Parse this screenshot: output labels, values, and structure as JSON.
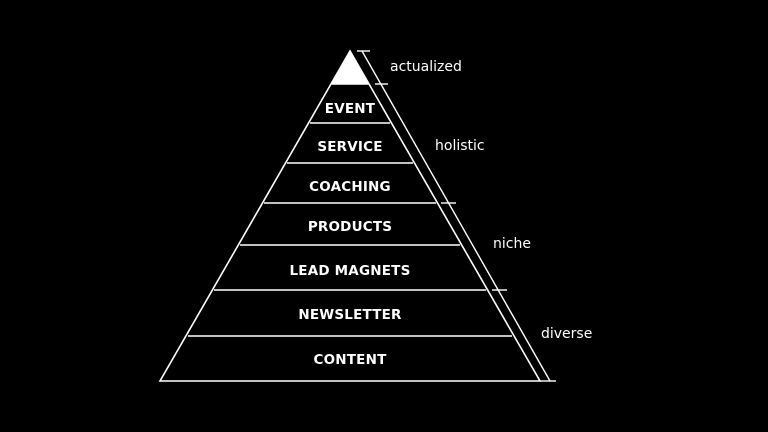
{
  "diagram": {
    "tiers": [
      {
        "label": "EVENT"
      },
      {
        "label": "SERVICE"
      },
      {
        "label": "COACHING"
      },
      {
        "label": "PRODUCTS"
      },
      {
        "label": "LEAD MAGNETS"
      },
      {
        "label": "NEWSLETTER"
      },
      {
        "label": "CONTENT"
      }
    ],
    "groups": [
      {
        "label": "actualized"
      },
      {
        "label": "holistic"
      },
      {
        "label": "niche"
      },
      {
        "label": "diverse"
      }
    ],
    "colors": {
      "background": "#000000",
      "stroke": "#ffffff",
      "text": "#ffffff"
    }
  }
}
